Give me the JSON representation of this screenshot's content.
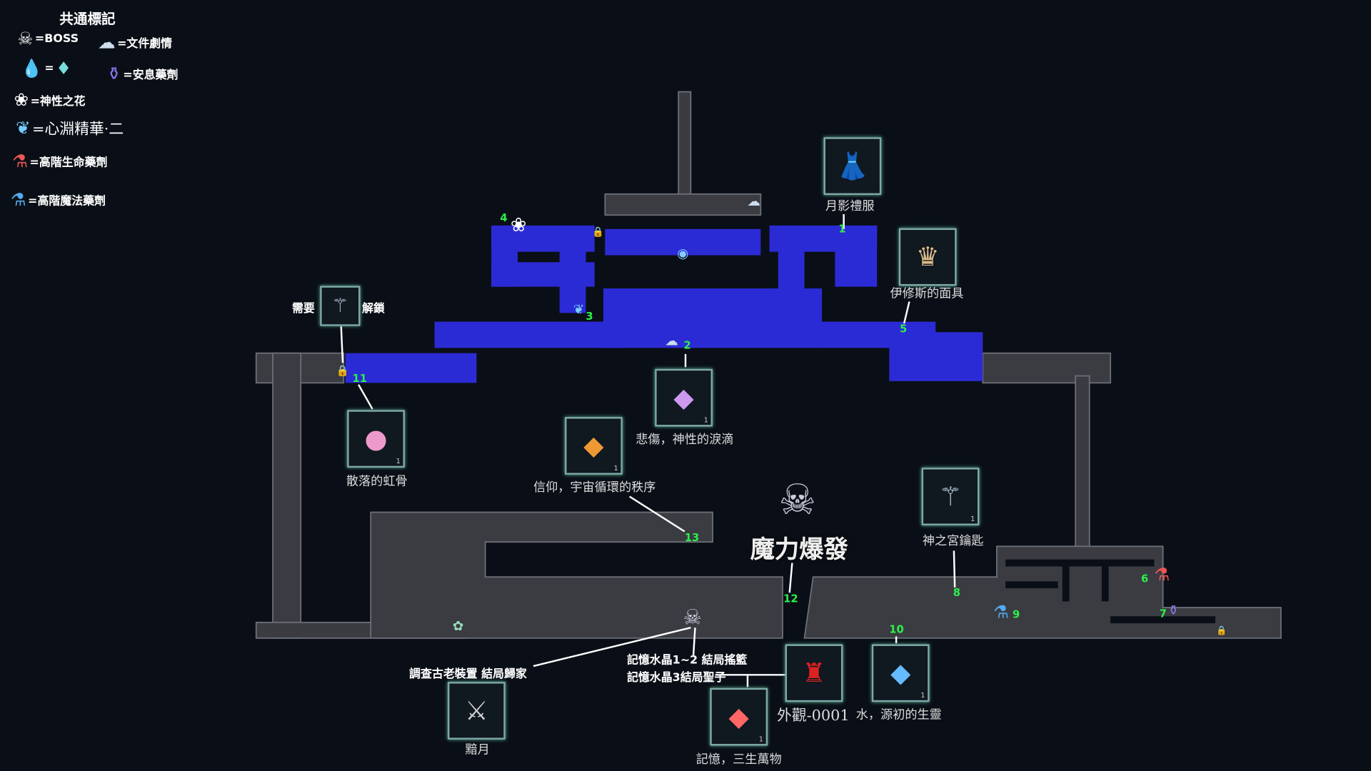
{
  "legend": {
    "title": "共通標記",
    "items": [
      {
        "icon": "boss-icon",
        "label": "=BOSS"
      },
      {
        "icon": "document-story-icon",
        "label": "=文件劇情"
      },
      {
        "icon": "save-point-icon",
        "label": "="
      },
      {
        "icon": "rest-potion-icon",
        "label": "=安息藥劑"
      },
      {
        "icon": "divine-flower-icon",
        "label": "=神性之花"
      },
      {
        "icon": "abyss-essence-icon",
        "label": "=心淵精華·二"
      },
      {
        "icon": "high-hp-potion-icon",
        "label": "=高階生命藥劑"
      },
      {
        "icon": "high-mp-potion-icon",
        "label": "=高階魔法藥劑"
      }
    ]
  },
  "items": {
    "moon_dress": "月影禮服",
    "mask": "伊修斯的面具",
    "need": "需要",
    "unlock": "解鎖",
    "rainbow_bone": "散落的虹骨",
    "sorrow": "悲傷，神性的淚滴",
    "faith": "信仰，宇宙循環的秩序",
    "key": "神之宮鑰匙",
    "dark_moon": "黯月",
    "memory": "記憶，三生萬物",
    "outfit": "外觀-0001",
    "water": "水，源初的生靈",
    "quantity": "1"
  },
  "boss": {
    "skill": "魔力爆發"
  },
  "notes": {
    "ancient": "調查古老裝置  結局歸家",
    "crystal12": "記憶水晶1~2  結局搖籃",
    "crystal3": "記憶水晶3結局聖子"
  },
  "markers": [
    "1",
    "2",
    "3",
    "4",
    "5",
    "6",
    "7",
    "8",
    "9",
    "10",
    "11",
    "12",
    "13"
  ],
  "colors": {
    "explored": "#2b2bd6",
    "unexplored": "#3a3c42",
    "marker_number": "#2bf04a"
  }
}
